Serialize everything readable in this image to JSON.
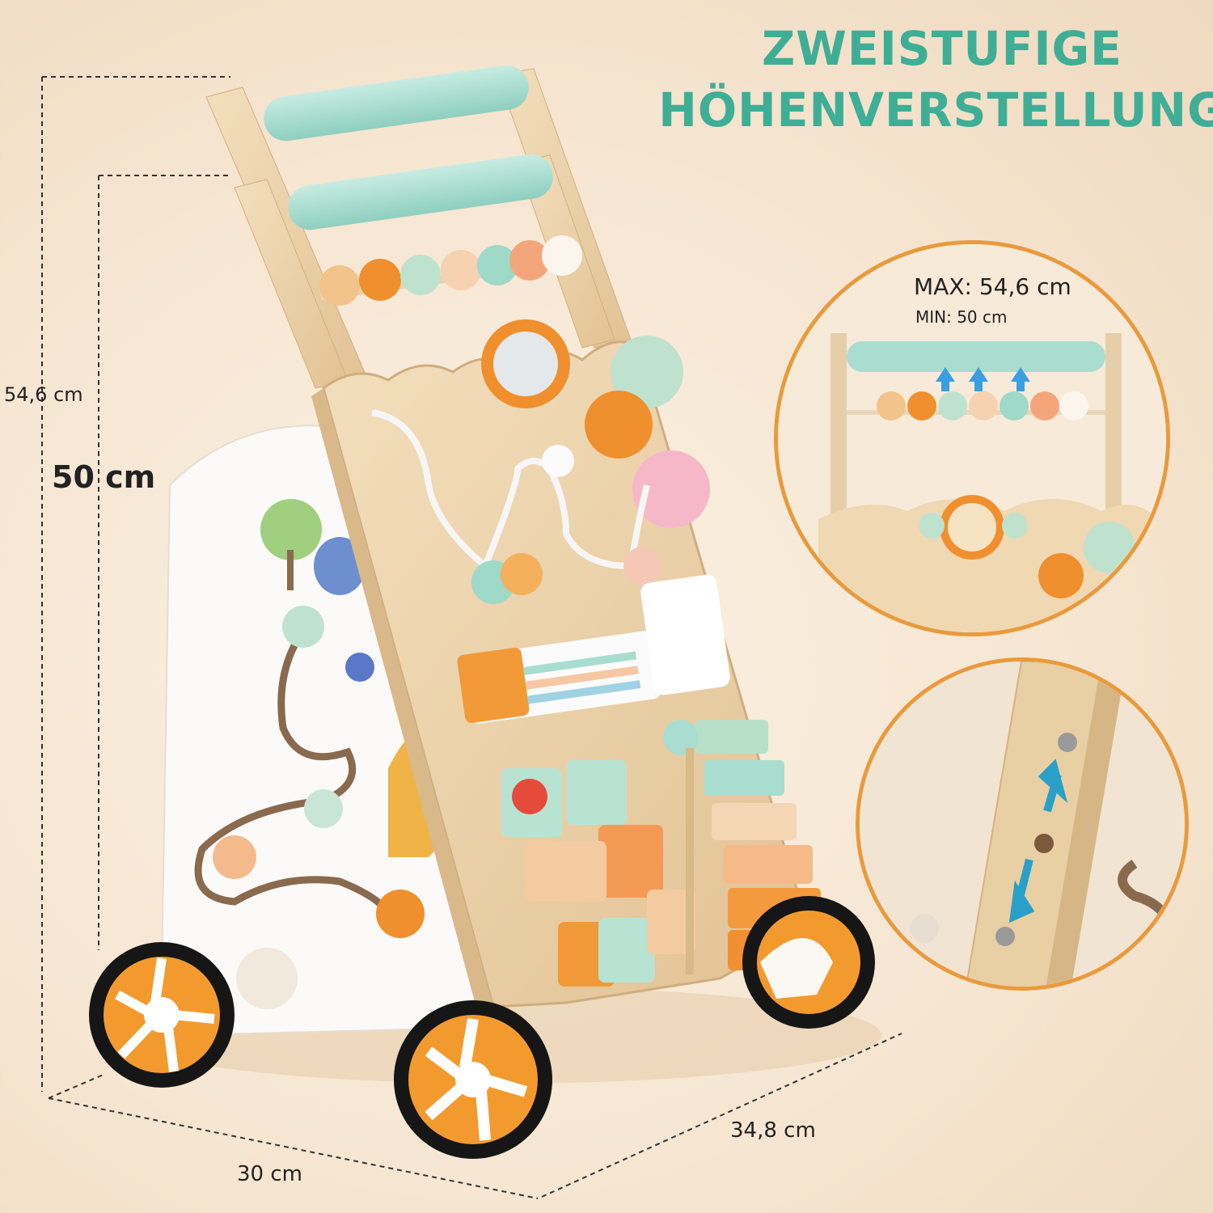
{
  "headline": {
    "line1": "ZWEISTUFIGE",
    "line2": "HÖHENVERSTELLUNG",
    "color": "#3fae96"
  },
  "dimensions": {
    "height_max": "54,6 cm",
    "height_min": "50 cm",
    "depth": "30 cm",
    "width": "34,8 cm"
  },
  "inset_top": {
    "max_label": "MAX: 54,6 cm",
    "min_label": "MIN: 50 cm"
  },
  "colors": {
    "accent_orange": "#e99a3c",
    "mint": "#a9ddd0",
    "wood": "#ecd3ad"
  }
}
